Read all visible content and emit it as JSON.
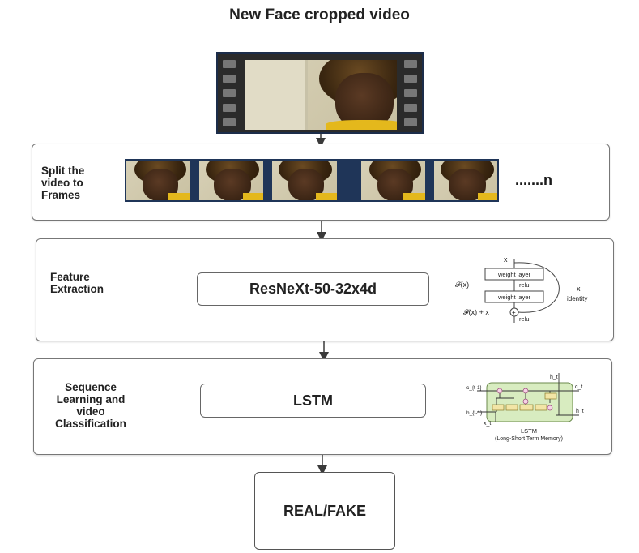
{
  "title": "New Face cropped video",
  "stages": {
    "split": {
      "label": "Split the video to Frames",
      "suffix": ".......n"
    },
    "feature": {
      "label": "Feature Extraction",
      "model": "ResNeXt-50-32x4d",
      "block": {
        "input": "x",
        "layer1": "weight layer",
        "relu1": "relu",
        "layer2": "weight layer",
        "fx": "𝓕(x)",
        "fx_plus_x": "𝓕(x) + x",
        "relu2": "relu",
        "identity_x": "x",
        "identity": "identity",
        "plus": "+"
      }
    },
    "sequence": {
      "label": "Sequence Learning and video Classification",
      "model": "LSTM",
      "diagram": {
        "caption1": "LSTM",
        "caption2": "(Long-Short Term Memory)",
        "h_top": "h_t",
        "c_prev": "c_{t-1}",
        "c_t": "c_t",
        "h_prev": "h_{t-1}",
        "h_right": "h_t",
        "x_t": "x_t"
      }
    }
  },
  "output": {
    "label": "REAL/FAKE"
  },
  "colors": {
    "stroke": "#777777",
    "lstm_cell": "#d8ecc0",
    "lstm_gate": "#f2e5a6",
    "film_border": "#1c2d4a",
    "shirt": "#e4b81c"
  }
}
